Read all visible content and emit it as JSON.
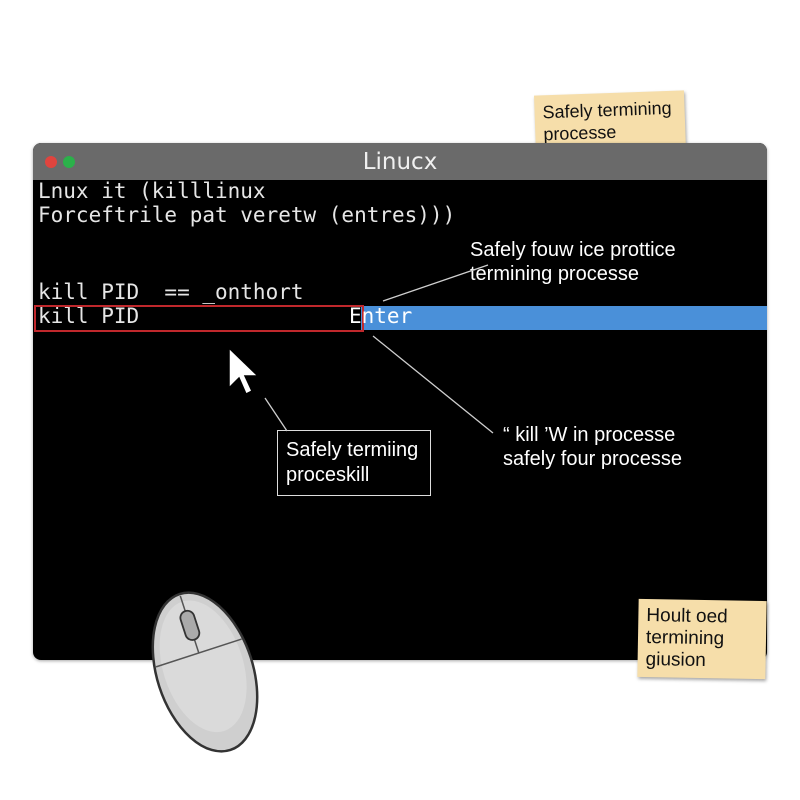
{
  "window": {
    "title": "Linucx",
    "traffic_lights": {
      "close_color": "#e0443e",
      "maximize_color": "#2bb14a"
    }
  },
  "terminal": {
    "lines": [
      "Lnux it (killlinux",
      "Forceftrile pat veretw (entres)))",
      "kill PID  == _onthort",
      "kill PID"
    ],
    "enter_label": "Enter",
    "highlight_color": "#4a90d9"
  },
  "callouts": {
    "top_right": [
      "Safely fouw ice prottice",
      "termining processe"
    ],
    "bottom_right": [
      "“ kill ’W in processe",
      "safely four processe"
    ],
    "boxed": [
      "Safely termiing",
      "proceskill"
    ]
  },
  "sticky_notes": {
    "top": [
      "Safely termining",
      "processe"
    ],
    "bottom": [
      "Hoult oed",
      "termining",
      "giusion"
    ]
  },
  "icons": {
    "pointer": "mouse-pointer-icon",
    "mouse": "computer-mouse-icon"
  }
}
